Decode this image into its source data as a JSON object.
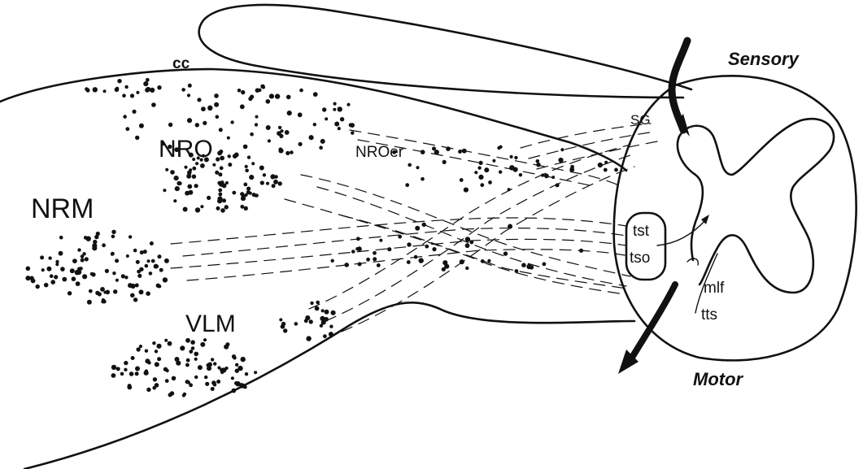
{
  "labels": {
    "cc": "cc",
    "sensory": "Sensory",
    "motor": "Motor",
    "sg": "SG",
    "nro": "NRO",
    "nroer": "NROer",
    "nrm": "NRM",
    "vlm": "VLM",
    "tst": "tst",
    "tso": "tso",
    "mlf": "mlf",
    "tts": "tts"
  },
  "colors": {
    "ink": "#111111",
    "background": "#ffffff"
  }
}
